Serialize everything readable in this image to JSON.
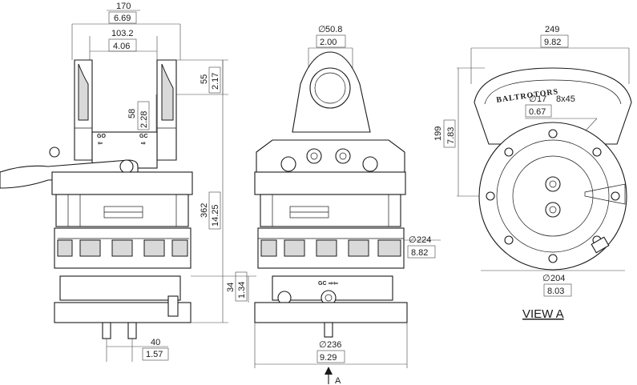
{
  "left_view": {
    "dim_width_mm": "170",
    "dim_width_in": "6.69",
    "dim_top_mm": "103.2",
    "dim_top_in": "4.06",
    "dim_lug_mm": "55",
    "dim_lug_in": "2.17",
    "dim_slot_mm": "58",
    "dim_slot_in": "2.28",
    "dim_height_mm": "362",
    "dim_height_in": "14.25",
    "dim_flange_mm": "34",
    "dim_flange_in": "1.34",
    "dim_ports_mm": "40",
    "dim_ports_in": "1.57",
    "port_label": "GO",
    "port_label2": "GC"
  },
  "front_view": {
    "dim_pin_mm": "50.8",
    "dim_pin_in": "2.00",
    "dim_body_mm": "224",
    "dim_body_in": "8.82",
    "dim_base_mm": "236",
    "dim_base_in": "9.29",
    "port_label": "GC",
    "view_arrow_label": "A"
  },
  "view_a": {
    "dim_width_mm": "249",
    "dim_width_in": "9.82",
    "dim_height_mm": "199",
    "dim_height_in": "7.83",
    "dim_hole_mm": "17",
    "dim_hole_count": "8x45",
    "dim_hole_in": "0.67",
    "dim_pcd_mm": "204",
    "dim_pcd_in": "8.03",
    "brand": "BALTROTORS",
    "title": "VIEW A"
  },
  "symbols": {
    "diameter": "∅"
  }
}
